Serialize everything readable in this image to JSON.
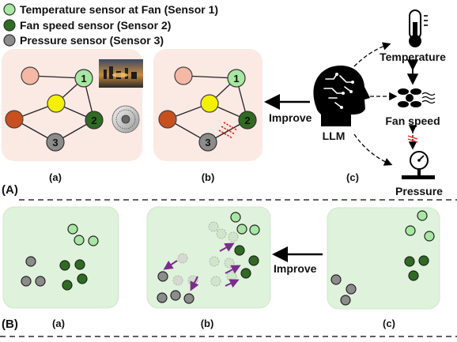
{
  "legend": {
    "items": [
      {
        "label": "Temperature sensor at Fan (Sensor 1)",
        "color": "#a8e6a3"
      },
      {
        "label": "Fan speed sensor (Sensor 2)",
        "color": "#2f6b22"
      },
      {
        "label": "Pressure sensor (Sensor 3)",
        "color": "#8c8c8c"
      }
    ]
  },
  "colors": {
    "node_light_green": "#a8e6a3",
    "node_dark_green": "#2f6b22",
    "node_gray": "#8c8c8c",
    "node_pink": "#f4b8a4",
    "node_orange": "#c8501e",
    "node_yellow": "#f5f000",
    "panel_pink": "#fbe9e4",
    "panel_green": "#dff2dc",
    "arrow_purple": "#7b2d8b",
    "red_dash": "#e0281e"
  },
  "section_a": {
    "tag": "(A)",
    "node_labels": {
      "sensor1": "1",
      "sensor2": "2",
      "sensor3": "3"
    },
    "caption_a": "(a)",
    "caption_b": "(b)",
    "caption_c": "(c)",
    "improve_label": "Improve",
    "llm_label": "LLM",
    "temperature_label": "Temperature",
    "fan_speed_label": "Fan speed",
    "pressure_label": "Pressure",
    "icons": [
      "thermometer-icon",
      "fan-icon",
      "pressure-gauge-icon",
      "head-brain-icon",
      "turbine-icon",
      "city-photo-icon"
    ]
  },
  "section_b": {
    "tag": "(B)",
    "caption_a": "(a)",
    "caption_b": "(b)",
    "caption_c": "(c)",
    "improve_label": "Improve"
  }
}
